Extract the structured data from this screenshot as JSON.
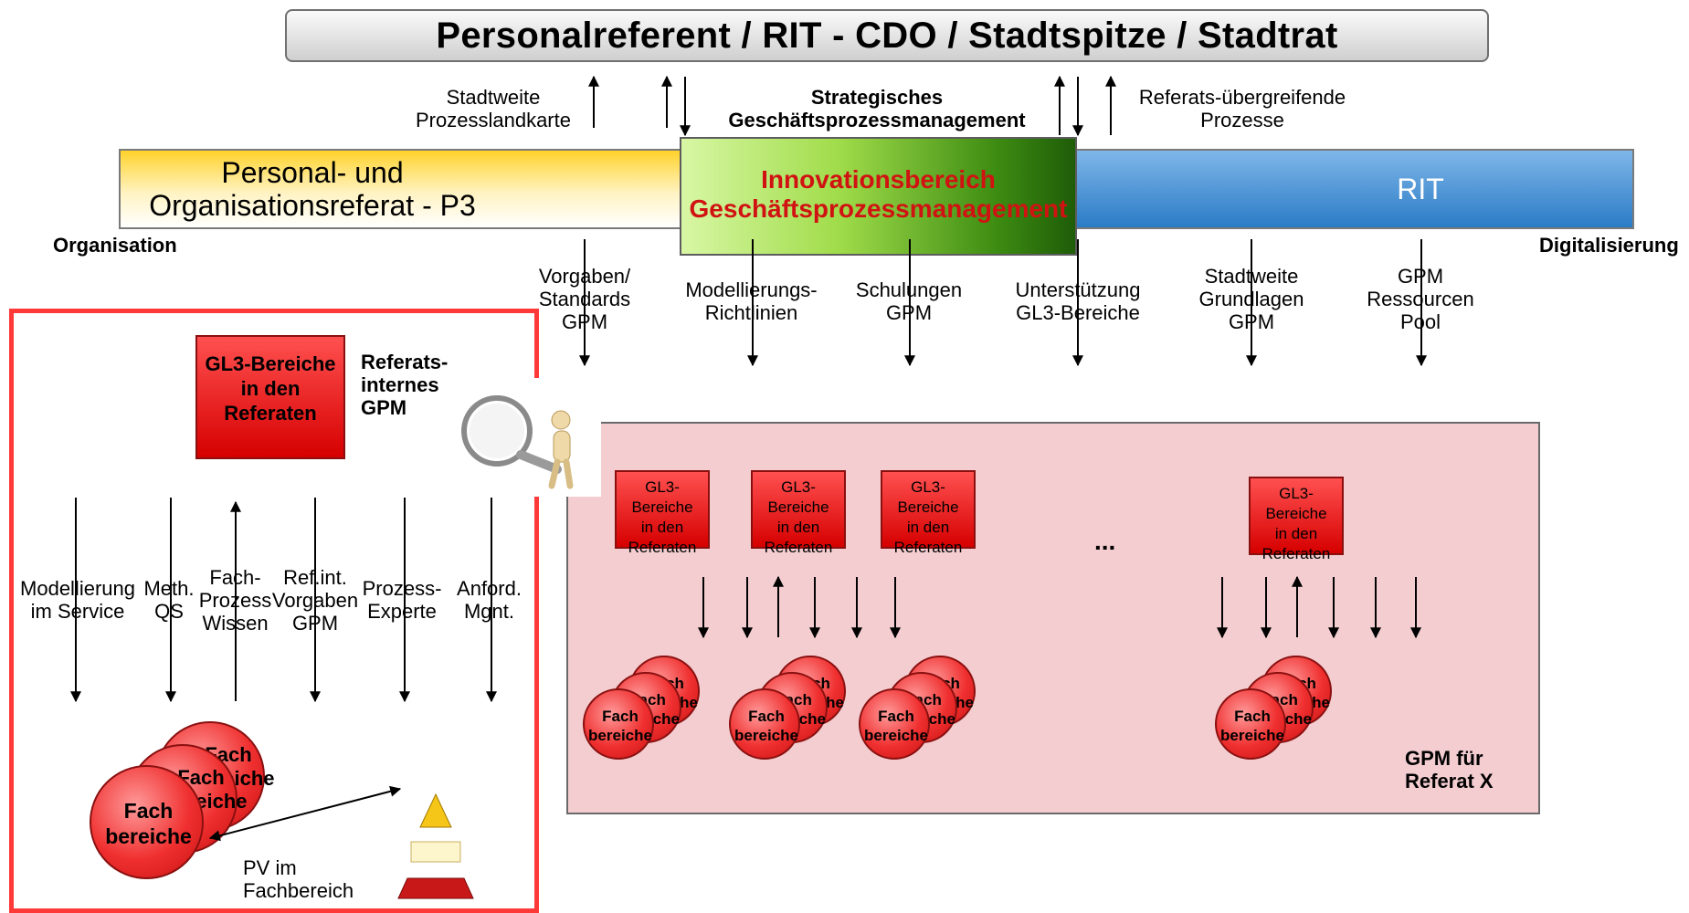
{
  "header": {
    "title": "Personalreferent / RIT - CDO / Stadtspitze / Stadtrat"
  },
  "top_labels": {
    "stadtweite": "Stadtweite\nProzesslandkarte",
    "strategisch": "Strategisches\nGeschäftsprozessmanagement",
    "referats_uebergreifend": "Referats-übergreifende\nProzesse"
  },
  "bars": {
    "p3": "Personal- und\nOrganisationsreferat - P3",
    "innovation": "Innovationsbereich\nGeschäftsprozessmanagement",
    "rit": "RIT"
  },
  "axis": {
    "left": "Organisation",
    "right": "Digitalisierung"
  },
  "mid_labels": [
    "Vorgaben/\nStandards\nGPM",
    "Modellierungs-\nRichtlinien",
    "Schulungen\nGPM",
    "Unterstützung\nGL3-Bereiche",
    "Stadtweite\nGrundlagen\nGPM",
    "GPM\nRessourcen\nPool"
  ],
  "left_panel": {
    "gl3": "GL3-Bereiche\nin den\nReferaten",
    "side_label": "Referats-\ninternes\nGPM",
    "arrow_labels": [
      "Modellierung\nim Service",
      "Meth.\nQS",
      "Fach-\nProzess\nWissen",
      "Ref.int.\nVorgaben\nGPM",
      "Prozess-\nExperte",
      "Anford.\nMgnt."
    ],
    "fach_front": "Fach\nbereiche",
    "fach_back": "Fach\nbereiche",
    "pv": "PV im\nFachbereich"
  },
  "right_panel": {
    "gl3": "GL3-Bereiche\nin den\nReferaten",
    "fach": "Fach\nbereiche",
    "fach_back": "Fach\nbereiche",
    "ellipsis": "...",
    "label": "GPM für\nReferat X"
  },
  "colors": {
    "accent_red": "#d11212",
    "frame_red": "#ff3838",
    "pink": "#f3cdd0",
    "rit_blue": "#2a7bc6",
    "p3_yellow": "#ffd22b",
    "innov_green": "#6cb82a"
  },
  "icons": [
    "magnifier-figure-icon",
    "pyramid-icon"
  ]
}
